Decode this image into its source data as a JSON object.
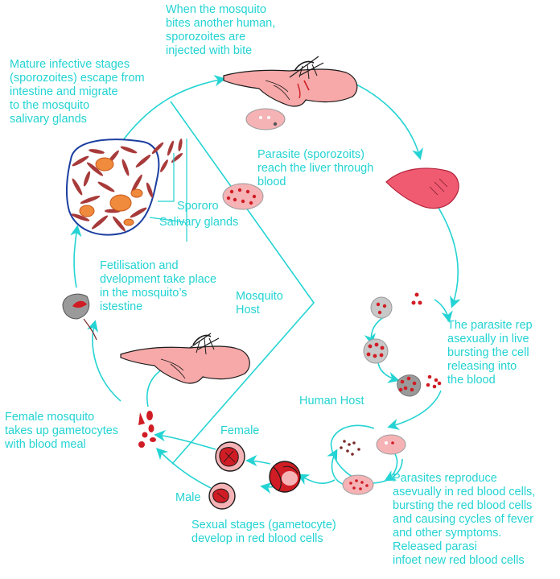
{
  "labels": {
    "bite_injection": [
      "When the mosquito",
      "bites another human,",
      "sporozoites are",
      "injected with bite"
    ],
    "mature_stages": [
      "Mature infective stages",
      "(sporozoites) escape from",
      "intestine and migrate",
      "to the mosquito",
      "salivary glands"
    ],
    "liver": [
      "Parasite (sporozoits)",
      "reach the liver through",
      "blood"
    ],
    "sporozoites": "Spororo",
    "salivary_glands": "Salivary glands",
    "fertilisation": [
      "Fetilisation and",
      "dvelopment take place",
      "in the mosquito’s",
      "istestine"
    ],
    "mosquito_host": [
      "Mosquito",
      "Host"
    ],
    "liver_reproduction": [
      "The parasite rep",
      "asexually in live",
      "bursting the cell",
      "releasing into",
      "the blood"
    ],
    "human_host": "Human Host",
    "female_mosquito": [
      "Female mosquito",
      "takes up gametocytes",
      "with blood meal"
    ],
    "female": "Female",
    "male": "Male",
    "rbc_reproduction": [
      "Parasites reproduce",
      "asevually in red blood cells,",
      "bursting the red blood cells",
      "and causing cycles of fever",
      "and other symptoms.",
      "Released parasi",
      "infoet new red blood cells"
    ],
    "sexual_stages": [
      "Sexual stages (gametocyte)",
      "develop in red blood cells"
    ]
  },
  "colors": {
    "label_text": "#24d3d3",
    "arrow": "#24d3d3",
    "parasite_red": "#d01c24",
    "cell_pink": "#f6b3b6",
    "skin": "#f7a8a8",
    "cell_grey": "#c8c8c8",
    "gland_orange": "#f08a3c",
    "gland_outline": "#1c3fa0"
  }
}
